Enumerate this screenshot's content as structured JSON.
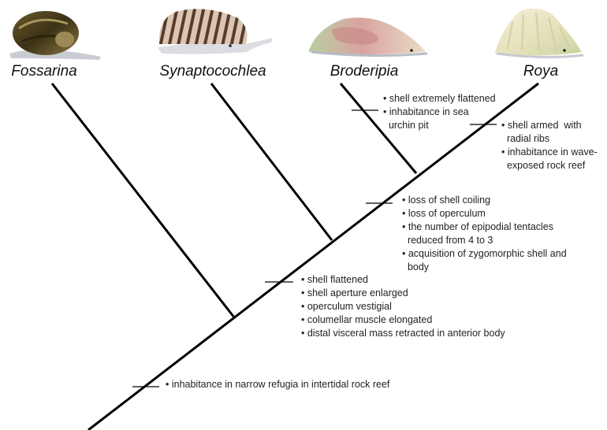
{
  "taxa": [
    {
      "name": "Fossarina"
    },
    {
      "name": "Synaptocochlea"
    },
    {
      "name": "Broderipia"
    },
    {
      "name": "Roya"
    }
  ],
  "transitions": [
    {
      "id": "t1",
      "lines": [
        "• inhabitance in narrow refugia in intertidal rock reef"
      ]
    },
    {
      "id": "t2",
      "lines": [
        "• shell flattened",
        "• shell aperture enlarged",
        "• operculum vestigial",
        "• columellar muscle elongated",
        "• distal visceral mass retracted in anterior body"
      ]
    },
    {
      "id": "t3",
      "lines": [
        "• loss of shell coiling",
        "• loss of operculum",
        "• the number of epipodial tentacles",
        "  reduced from 4 to 3",
        "• acquisition of zygomorphic shell and",
        "  body"
      ]
    },
    {
      "id": "t4",
      "lines": [
        "• shell extremely flattened",
        "• inhabitance in sea",
        "  urchin pit"
      ]
    },
    {
      "id": "t5",
      "lines": [
        "• shell armed  with",
        "  radial ribs",
        "• inhabitance in wave-",
        "  exposed rock reef"
      ]
    }
  ],
  "colors": {
    "branch": "#000000"
  }
}
